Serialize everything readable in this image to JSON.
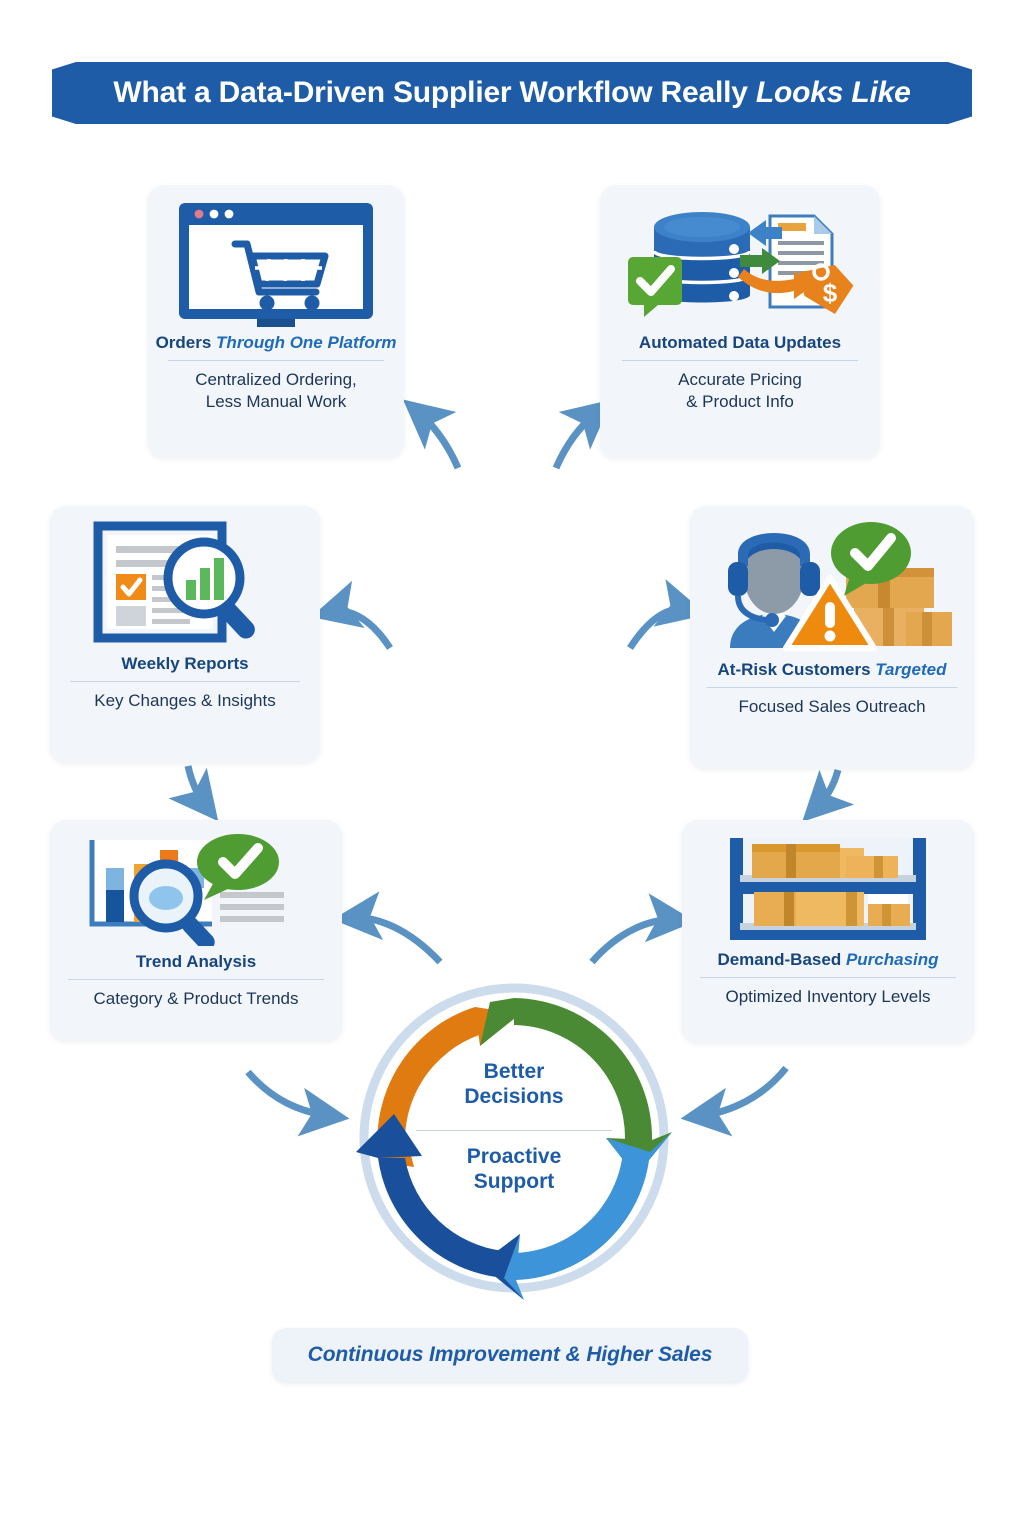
{
  "banner": {
    "title_regular": "What a Data-Driven Supplier Workflow Really ",
    "title_italic": "Looks Like",
    "bg_color": "#1f5ca8"
  },
  "cards": [
    {
      "id": "orders",
      "icon": "monitor-shopping-cart-icon",
      "title_regular": "Orders ",
      "title_italic": "Through One Platform",
      "subtitle": "Centralized Ordering,\nLess Manual Work",
      "sub_line1": "Centralized Ordering,",
      "sub_line2": "Less Manual Work"
    },
    {
      "id": "data",
      "icon": "database-document-pricetag-icon",
      "title_regular": "Automated Data Updates",
      "title_italic": "",
      "sub_line1": "Accurate Pricing",
      "sub_line2": "& Product Info"
    },
    {
      "id": "reports",
      "icon": "report-magnifier-barchart-icon",
      "title_regular": "Weekly Reports",
      "title_italic": "",
      "sub_line1": "Key Changes & Insights",
      "sub_line2": ""
    },
    {
      "id": "atrisk",
      "icon": "support-agent-warning-boxes-icon",
      "title_regular": "At-Risk Customers ",
      "title_italic": "Targeted",
      "sub_line1": "Focused Sales Outreach",
      "sub_line2": ""
    },
    {
      "id": "trend",
      "icon": "barchart-magnifier-check-icon",
      "title_regular": "Trend Analysis",
      "title_italic": "",
      "sub_line1": "Category & Product Trends",
      "sub_line2": ""
    },
    {
      "id": "demand",
      "icon": "warehouse-shelf-boxes-icon",
      "title_regular": "Demand-Based ",
      "title_italic": "Purchasing",
      "sub_line1": "Optimized Inventory Levels",
      "sub_line2": ""
    }
  ],
  "cycle": {
    "label_top": "Better\nDecisions",
    "label_top_line1": "Better",
    "label_top_line2": "Decisions",
    "label_bottom_line1": "Proactive",
    "label_bottom_line2": "Support",
    "arrow_colors": {
      "orange": "#e07b12",
      "green": "#4a8a35",
      "light_blue": "#3d94d9",
      "dark_blue": "#1a4f9c",
      "track": "#cddcec"
    }
  },
  "footer": {
    "text": "Continuous Improvement & Higher Sales"
  },
  "palette": {
    "primary_blue": "#17457f",
    "accent_blue": "#1f6bb8",
    "card_bg": "#f2f6fb",
    "orange": "#e8821c",
    "green": "#55a630",
    "arrow_blue": "#5a92c4",
    "box_tan": "#e8a33d",
    "text_dark": "#1d3557"
  }
}
